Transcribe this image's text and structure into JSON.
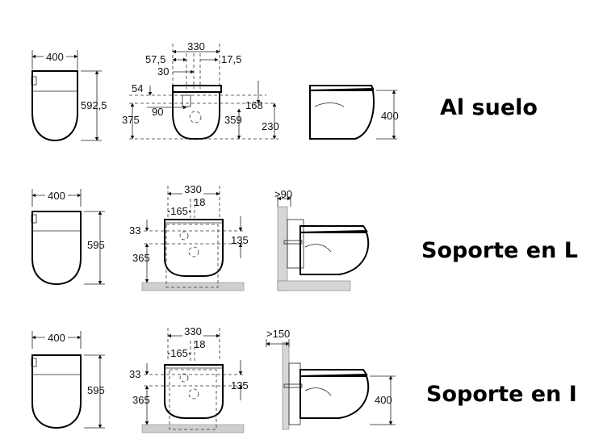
{
  "rows": [
    {
      "label": "Al suelo",
      "dims": {
        "top_width": "400",
        "top_depth": "592,5",
        "front_width": "330",
        "front_left_offset": "57,5",
        "front_right_offset": "17,5",
        "front_30": "30",
        "front_54": "54",
        "front_90": "90",
        "front_375": "375",
        "front_168": "168",
        "front_359": "359",
        "front_230": "230",
        "side_height": "400"
      }
    },
    {
      "label": "Soporte en L",
      "dims": {
        "top_width": "400",
        "top_depth": "595",
        "front_width": "330",
        "front_18": "18",
        "front_165": "165",
        "front_33": "33",
        "front_135": "135",
        "front_365": "365",
        "side_gap": ">90"
      }
    },
    {
      "label": "Soporte en I",
      "dims": {
        "top_width": "400",
        "top_depth": "595",
        "front_width": "330",
        "front_18": "18",
        "front_165": "165",
        "front_33": "33",
        "front_135": "135",
        "front_365": "365",
        "side_gap": ">150",
        "side_height": "400"
      }
    }
  ]
}
